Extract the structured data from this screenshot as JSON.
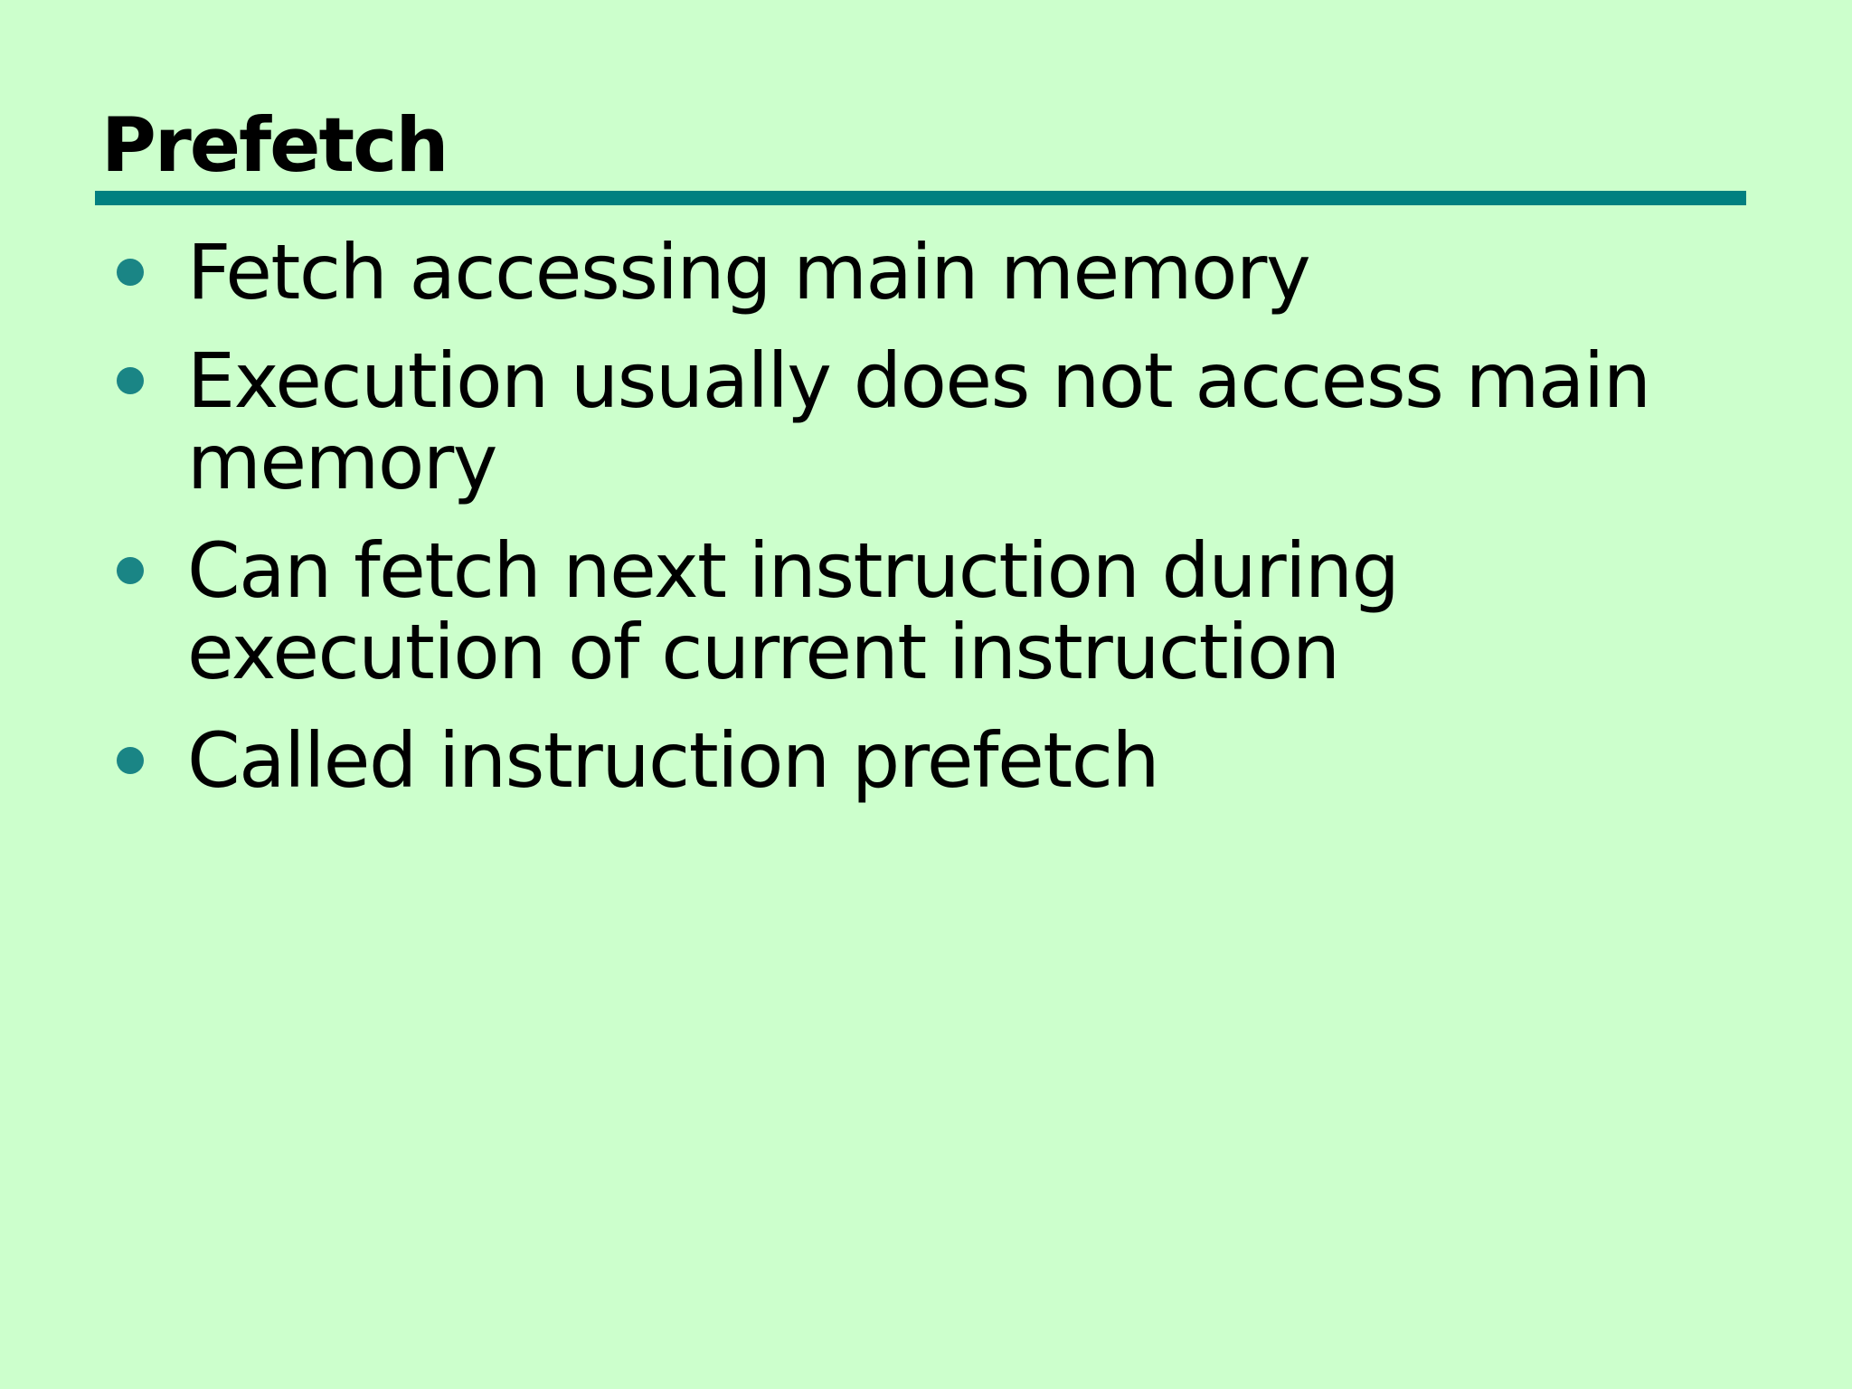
{
  "slide": {
    "title": "Prefetch",
    "bullets": [
      {
        "lines": [
          "Fetch accessing main memory"
        ]
      },
      {
        "lines": [
          "Execution usually does not access main",
          "memory"
        ]
      },
      {
        "lines": [
          "Can fetch next instruction during",
          "execution of current instruction"
        ]
      },
      {
        "lines": [
          "Called instruction prefetch"
        ]
      }
    ],
    "colors": {
      "background": "#ccffcc",
      "accent": "#008080",
      "bullet_dot": "#1a8585",
      "text": "#000000"
    }
  }
}
